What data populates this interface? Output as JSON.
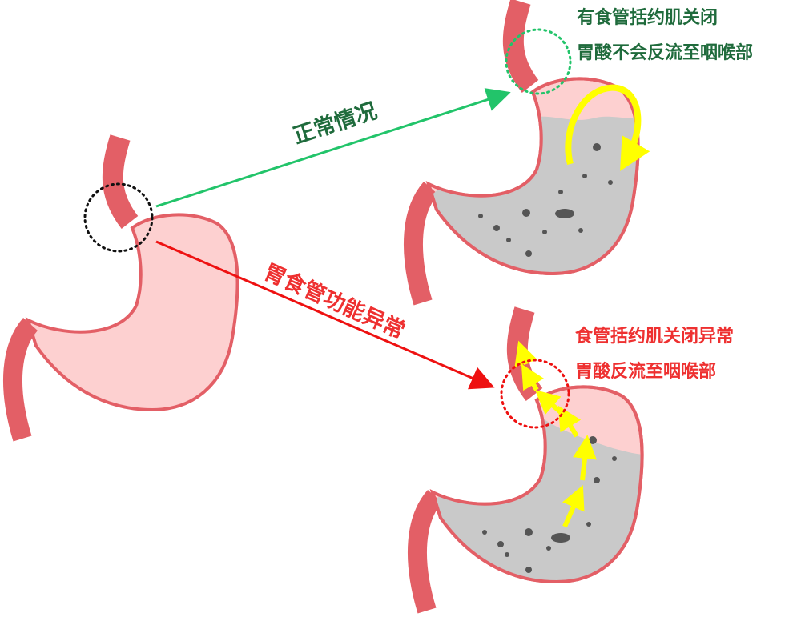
{
  "labels": {
    "normal_arrow": "正常情况",
    "abnormal_arrow": "胃食管功能异常",
    "normal_line1": "有食管括约肌关闭",
    "normal_line2": "胃酸不会反流至咽喉部",
    "abnormal_line1": "食管括约肌关闭异常",
    "abnormal_line2": "胃酸反流至咽喉部"
  },
  "colors": {
    "normal": "#1f6b3c",
    "normal_arrow": "#22c46a",
    "abnormal": "#ee3030",
    "stomach_wall": "#e35f66",
    "stomach_fill": "#fdd0d0",
    "acid": "#c9c9c9",
    "reflux_arrow": "#ffff00"
  }
}
